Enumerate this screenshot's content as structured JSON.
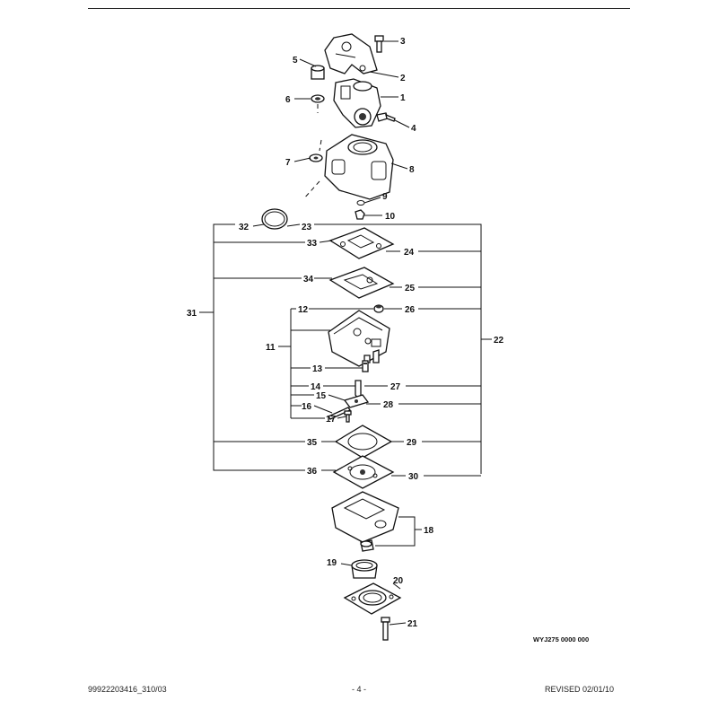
{
  "figure_code": "WYJ275 0000 000",
  "footer": {
    "doc_number": "99922203416_310/03",
    "page_number": "- 4 -",
    "revised": "REVISED 02/01/10"
  },
  "callouts": [
    "1",
    "2",
    "3",
    "4",
    "5",
    "6",
    "7",
    "8",
    "9",
    "10",
    "11",
    "12",
    "13",
    "14",
    "15",
    "16",
    "17",
    "18",
    "19",
    "20",
    "21",
    "22",
    "23",
    "24",
    "25",
    "26",
    "27",
    "28",
    "29",
    "30",
    "31",
    "32",
    "33",
    "34",
    "35",
    "36"
  ]
}
